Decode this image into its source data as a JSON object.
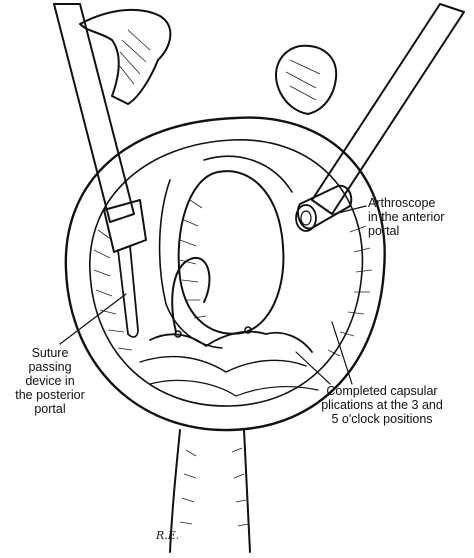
{
  "labels": {
    "arthroscope": "Arthroscope\nin the anterior\nportal",
    "suture_device": "Suture\npassing\ndevice in\nthe posterior\nportal",
    "plications": "Completed capsular\nplications at the 3 and\n5 o'clock positions"
  },
  "signature": "R.E.",
  "colors": {
    "ink": "#111111",
    "background": "#ffffff"
  }
}
